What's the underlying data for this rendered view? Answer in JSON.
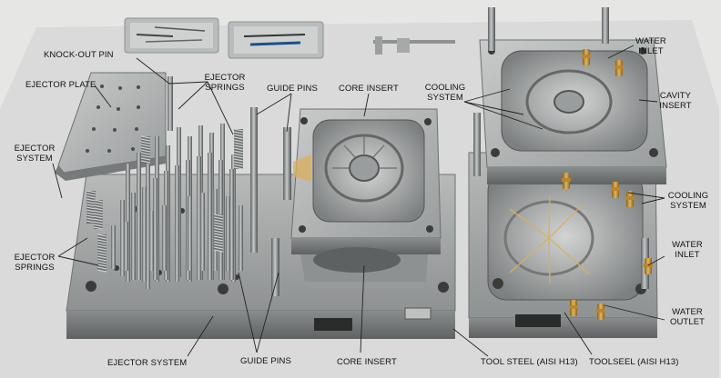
{
  "labels": {
    "knock_out_pin": "KNOCK-OUT PIN",
    "ejector_plate": "EJECTOR PLATE",
    "ejector_springs_top": [
      "EJECTOR",
      "SPRINGS"
    ],
    "guide_pins_top": "GUIDE PINS",
    "core_insert_top": "CORE INSERT",
    "cooling_system_top": [
      "COOLING",
      "SYSTEM"
    ],
    "water_inlet_top": [
      "WATER",
      "INLET"
    ],
    "cavity_insert": [
      "CAVITY",
      "INSERT"
    ],
    "ejector_system_left": [
      "EJECTOR",
      "SYSTEM"
    ],
    "ejector_springs_left": [
      "EJECTOR",
      "SPRINGS"
    ],
    "cooling_system_right": [
      "COOLING",
      "SYSTEM"
    ],
    "water_inlet_right": [
      "WATER",
      "INLET"
    ],
    "water_outlet": [
      "WATER",
      "OUTLET"
    ],
    "ejector_system_bottom": "EJECTOR SYSTEM",
    "guide_pins_bottom": "GUIDE PINS",
    "core_insert_bottom": "CORE INSERT",
    "tool_steel": "TOOL STEEL (AISI H13)",
    "toolseel": "TOOLSEEL (AISI H13)"
  },
  "colors": {
    "background": "#e8e8e6",
    "steel": "#a9abab",
    "steel_dark": "#6f7272",
    "brass": "#c99a3a",
    "leader": "#222222"
  }
}
